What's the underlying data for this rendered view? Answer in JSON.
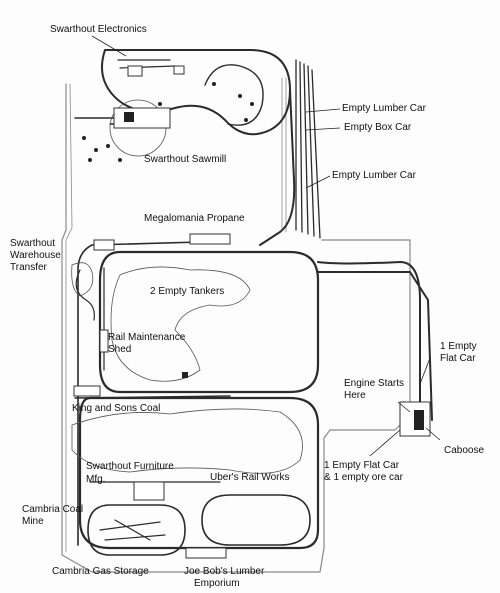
{
  "colors": {
    "track": "#2b2b2b",
    "bed": "#8a8a8a",
    "ink": "#111111",
    "paper": "#fdfdfd"
  },
  "labels": {
    "swarthout_electronics": "Swarthout Electronics",
    "swarthout_sawmill": "Swarthout Sawmill",
    "megalomania_propane": "Megalomania Propane",
    "swarthout_warehouse_transfer_1": "Swarthout",
    "swarthout_warehouse_transfer_2": "Warehouse",
    "swarthout_warehouse_transfer_3": "Transfer",
    "empty_tankers": "2 Empty Tankers",
    "rail_maintenance_1": "Rail Maintenance",
    "rail_maintenance_2": "Shed",
    "king_and_sons_coal": "King and Sons Coal",
    "swarthout_furniture_1": "Swarthout Furniture",
    "swarthout_furniture_2": "Mfg.",
    "ubers_rail_works": "Uber's Rail Works",
    "cambria_coal_mine_1": "Cambria Coal",
    "cambria_coal_mine_2": "Mine",
    "cambria_gas_storage": "Cambria Gas Storage",
    "joe_bobs_1": "Joe Bob's Lumber",
    "joe_bobs_2": "Emporium",
    "empty_lumber_car_1": "Empty Lumber Car",
    "empty_box_car": "Empty Box Car",
    "empty_lumber_car_2": "Empty Lumber Car",
    "one_empty_flat_car_1": "1 Empty",
    "one_empty_flat_car_2": "Flat Car",
    "engine_starts_1": "Engine Starts",
    "engine_starts_2": "Here",
    "flat_and_ore_1": "1 Empty Flat Car",
    "flat_and_ore_2": "& 1 empty ore car",
    "caboose": "Caboose"
  }
}
